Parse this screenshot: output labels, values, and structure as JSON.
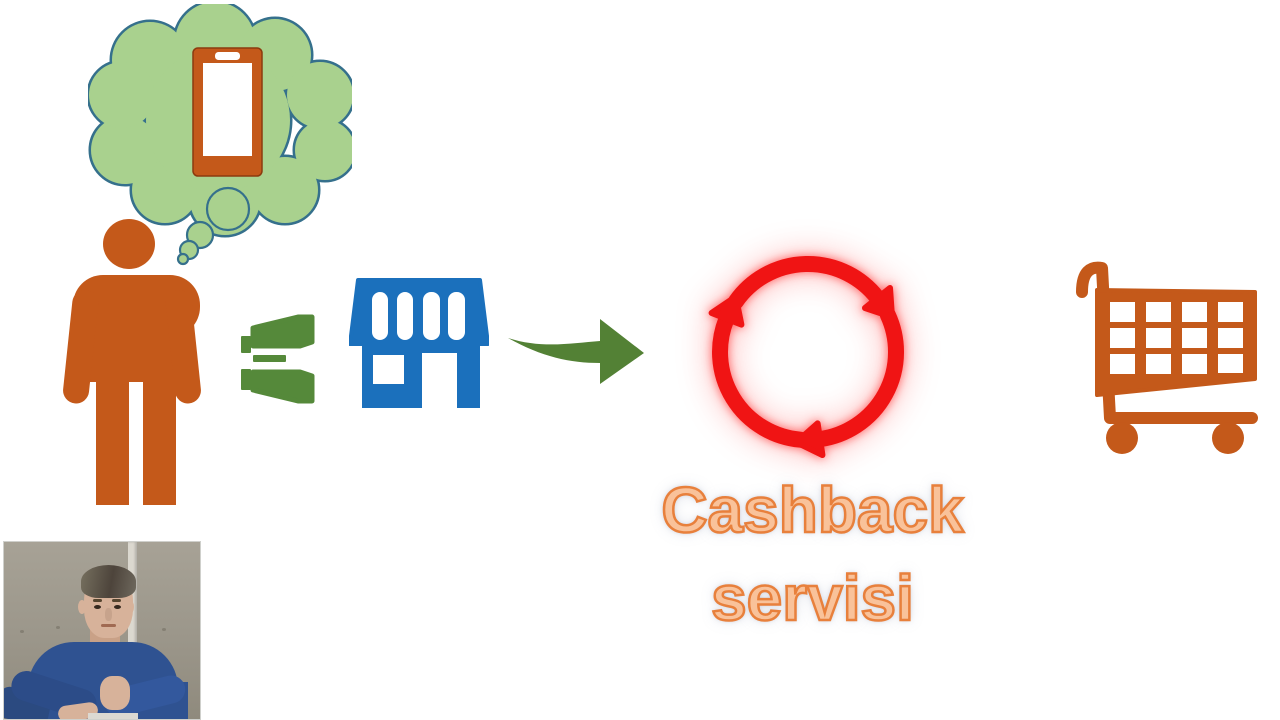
{
  "caption": {
    "line1": "Cashback",
    "line2": "servisi"
  },
  "colors": {
    "background": "#ffffff",
    "orange": "#c4591a",
    "orange_edge": "#8c3a0e",
    "cloud_fill": "#a9d18e",
    "cloud_outline": "#35708c",
    "green": "#538135",
    "green_bino": "#55893a",
    "blue": "#1b70bc",
    "red": "#f01414",
    "caption_fill": "#f9c29a",
    "caption_stroke": "#e8803c",
    "webcam_wall": "#9c978a",
    "webcam_sweater": "#2f5291",
    "webcam_skin": "#d7b29a"
  },
  "icons": {
    "thought_bubble": "green cloud thought-bubble with trailing circles",
    "smartphone": "orange phone with white screen inside thought bubble",
    "person": "orange standing person silhouette",
    "binoculars": "green binoculars pointing left",
    "store": "blue storefront with striped awning, window and door",
    "arrow_right": "green curved swoosh arrow pointing right",
    "cashback_cycle": "three red circular arrows rotating clockwise with red glow",
    "shopping_cart": "orange shopping cart with grid basket and two wheels",
    "webcam": "presenter video overlay, man in blue sweater against grey wall"
  }
}
